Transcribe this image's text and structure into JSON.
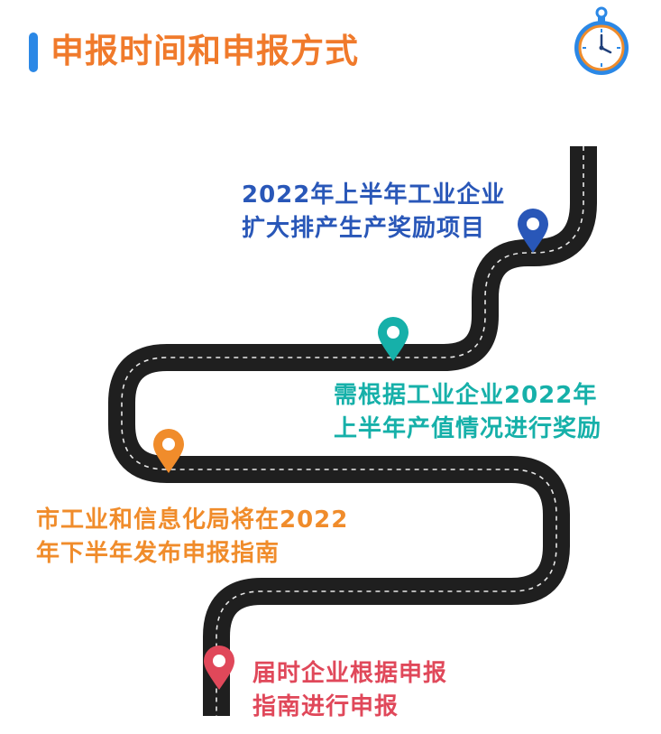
{
  "header": {
    "title": "申报时间和申报方式"
  },
  "colors": {
    "title": "#f07a2b",
    "title_bar": "#2b88e6",
    "step1": "#2957b8",
    "step2": "#16b0a9",
    "step3": "#f08c2b",
    "step4": "#e0485a",
    "road": "#1f1f1f",
    "dash": "#e8e8e8"
  },
  "icons": {
    "clock": "stopwatch-icon",
    "pin": "map-pin-icon"
  },
  "steps": [
    {
      "line1": "2022年上半年工业企业",
      "line2": "扩大排产生产奖励项目"
    },
    {
      "line1": "需根据工业企业2022年",
      "line2": "上半年产值情况进行奖励"
    },
    {
      "line1": "市工业和信息化局将在2022",
      "line2": "年下半年发布申报指南"
    },
    {
      "line1": "届时企业根据申报",
      "line2": "指南进行申报"
    }
  ]
}
